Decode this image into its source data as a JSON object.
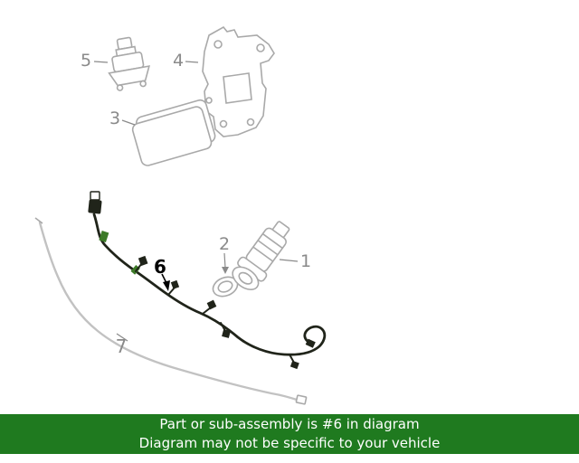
{
  "banner": {
    "line1": "Part or sub-assembly is #6 in diagram",
    "line2": "Diagram may not be specific to your vehicle",
    "bg_color": "#1f7a1f",
    "text_color": "#ffffff"
  },
  "callouts": {
    "c1": {
      "label": "1"
    },
    "c2": {
      "label": "2"
    },
    "c3": {
      "label": "3"
    },
    "c4": {
      "label": "4"
    },
    "c5": {
      "label": "5"
    },
    "c6": {
      "label": "6",
      "highlighted": true
    },
    "c7": {
      "label": "7"
    }
  },
  "colors": {
    "part_line_gray": "#a9a9a9",
    "hose_gray": "#c2c2c2",
    "harness_dark": "#20241a",
    "tape_green": "#3c7a27",
    "callout_gray": "#8a8a8a"
  }
}
